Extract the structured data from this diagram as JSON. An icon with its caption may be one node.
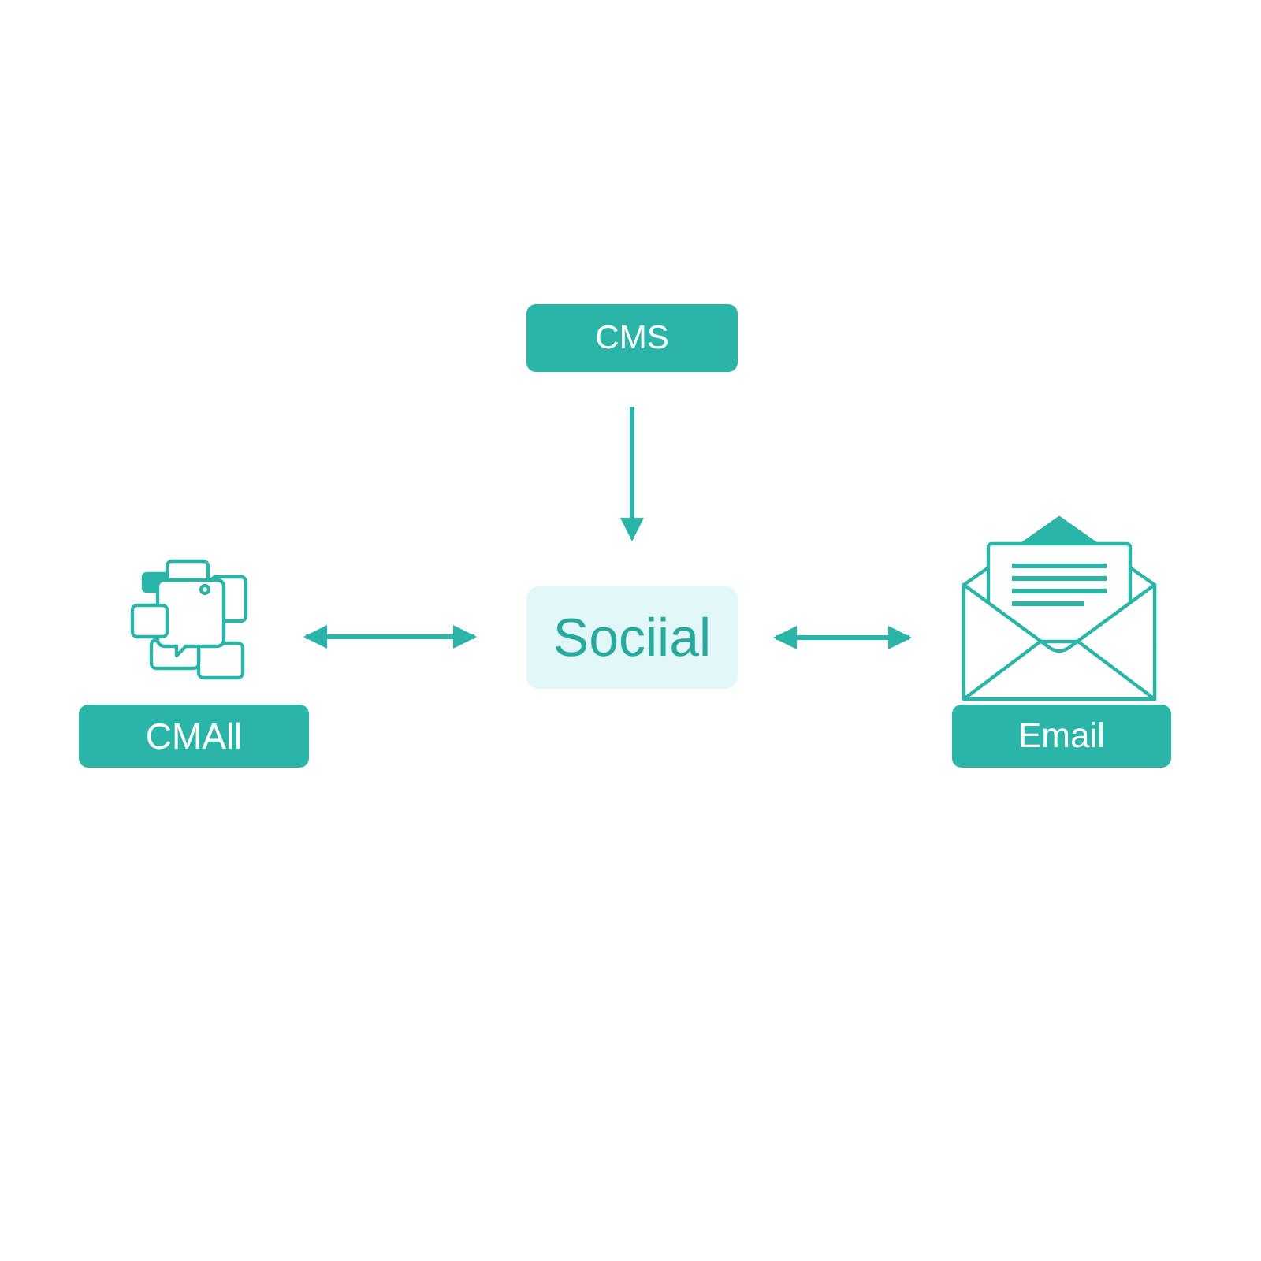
{
  "diagram": {
    "nodes": [
      {
        "text": [
          "CMS"
        ]
      },
      {
        "text": [],
        "shape": "picture"
      },
      {
        "text": [
          "Sociial"
        ]
      },
      {
        "text": [],
        "shape": "picture"
      },
      {
        "text": [
          "CMAll"
        ]
      },
      {
        "text": [
          "Email"
        ]
      }
    ],
    "edges": [
      {
        "from": 0,
        "to": 2,
        "arrow": "to"
      },
      {
        "from": 1,
        "to": 2,
        "arrow": "both"
      },
      {
        "from": 2,
        "to": 3,
        "arrow": "both"
      }
    ]
  }
}
